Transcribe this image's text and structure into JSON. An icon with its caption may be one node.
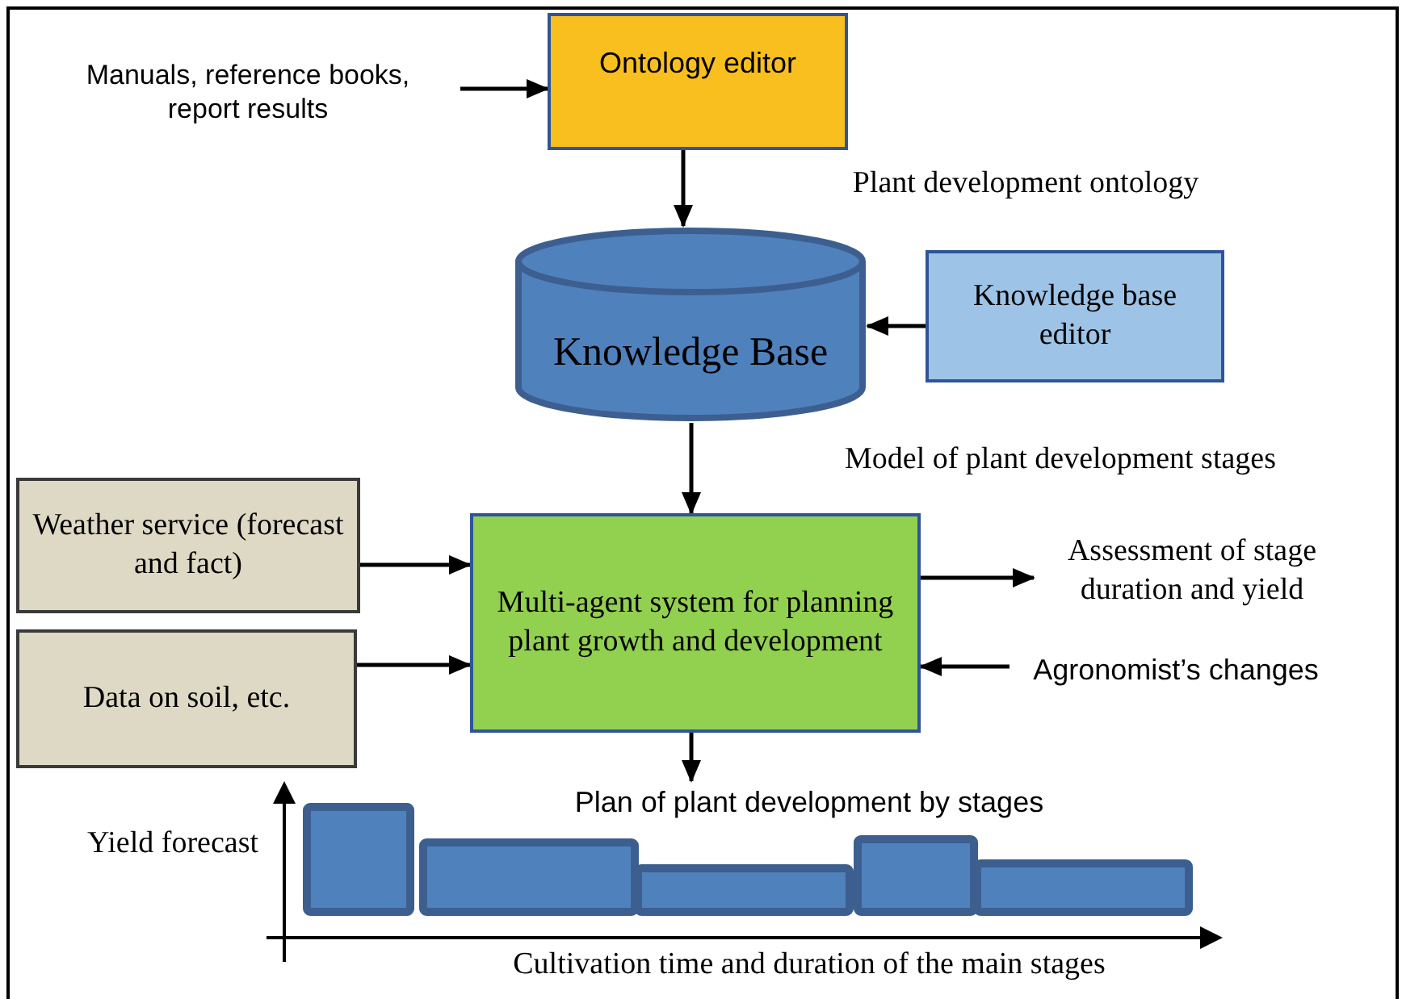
{
  "diagram": {
    "nodes": [
      {
        "text": [
          "Manuals, reference books, report results"
        ]
      },
      {
        "text": [
          "Ontology editor"
        ]
      },
      {
        "text": [
          "Knowledge Base"
        ]
      },
      {
        "text": [
          "Knowledge base editor"
        ]
      },
      {
        "text": [
          "Weather service (forecast and fact)"
        ]
      },
      {
        "text": [
          "Data on soil, etc."
        ]
      },
      {
        "text": [
          "Multi-agent system for planning plant growth and development"
        ]
      },
      {
        "text": [
          "Assessment of stage duration and yield"
        ]
      },
      {
        "text": [
          "Agronomist’s changes"
        ]
      },
      {
        "text": [
          "Plan of plant development by stages"
        ]
      }
    ],
    "edges": [
      {
        "from": 0,
        "to": 1,
        "arrow": "to"
      },
      {
        "from": 1,
        "to": 2,
        "arrow": "to"
      },
      {
        "from": 3,
        "to": 2,
        "arrow": "to"
      },
      {
        "from": 2,
        "to": 6,
        "arrow": "to"
      },
      {
        "from": 4,
        "to": 6,
        "arrow": "to"
      },
      {
        "from": 5,
        "to": 6,
        "arrow": "to"
      },
      {
        "from": 6,
        "to": 7,
        "arrow": "to"
      },
      {
        "from": 8,
        "to": 6,
        "arrow": "to"
      },
      {
        "from": 6,
        "to": 9,
        "arrow": "to"
      }
    ],
    "labels": [
      "Plant development ontology",
      "Model of plant development stages",
      "Yield forecast",
      "Cultivation time and duration of the main stages"
    ]
  }
}
